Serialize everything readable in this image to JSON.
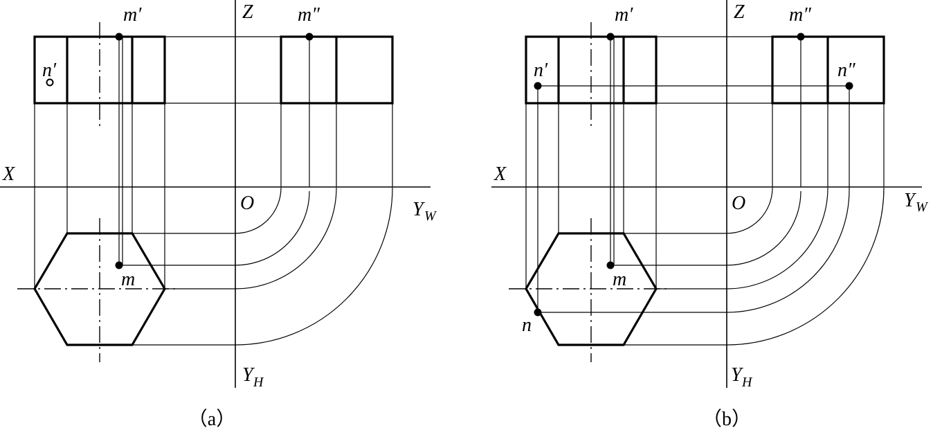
{
  "figures": [
    {
      "id": "a",
      "caption": "（a）",
      "labels": {
        "m_front": "m′",
        "m_side": "m″",
        "n_front": "n′",
        "m_top": "m",
        "axis_x": "X",
        "axis_z": "Z",
        "origin": "O",
        "axis_y_h": "Y",
        "axis_y_h_sub": "H",
        "axis_y_w": "Y",
        "axis_y_w_sub": "W"
      }
    },
    {
      "id": "b",
      "caption": "（b）",
      "labels": {
        "m_front": "m′",
        "m_side": "m″",
        "n_front": "n′",
        "n_side": "n″",
        "m_top": "m",
        "n_top": "n",
        "axis_x": "X",
        "axis_z": "Z",
        "origin": "O",
        "axis_y_h": "Y",
        "axis_y_h_sub": "H",
        "axis_y_w": "Y",
        "axis_y_w_sub": "W"
      }
    }
  ],
  "colors": {
    "line": "#000000",
    "background": "#ffffff"
  }
}
